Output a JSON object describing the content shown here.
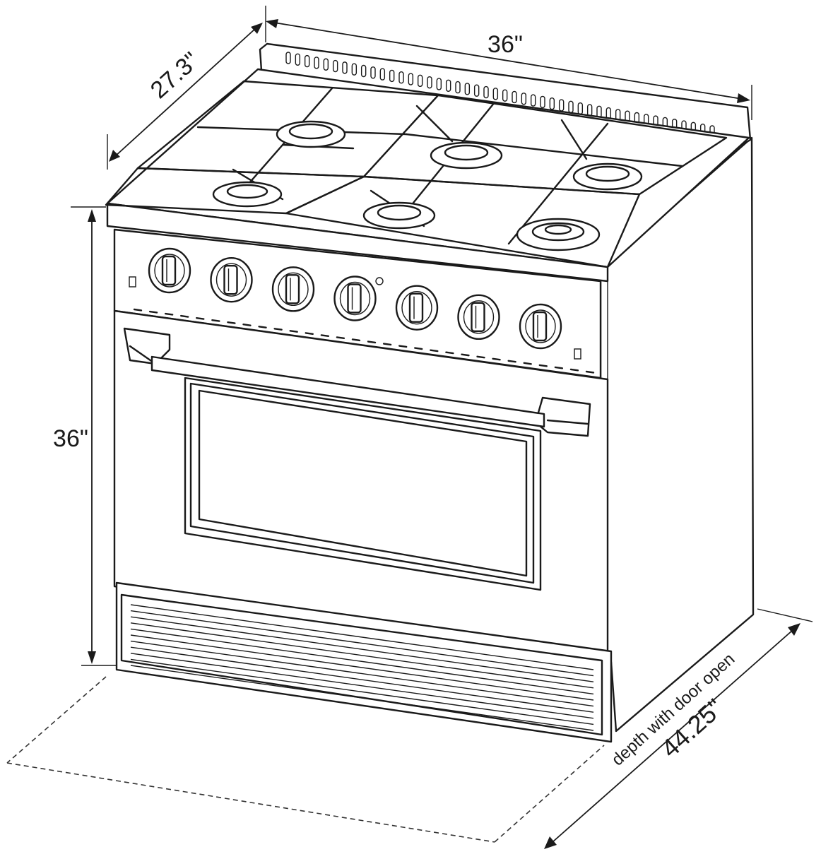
{
  "dimensions": {
    "width": "36\"",
    "side_depth": "27.3\"",
    "height": "36\"",
    "open_depth": "44.25\"",
    "open_depth_note": "depth with door open"
  },
  "appliance": {
    "burners": 6,
    "knobs": 7
  },
  "colors": {
    "line": "#1a1a1a",
    "background": "#ffffff"
  }
}
